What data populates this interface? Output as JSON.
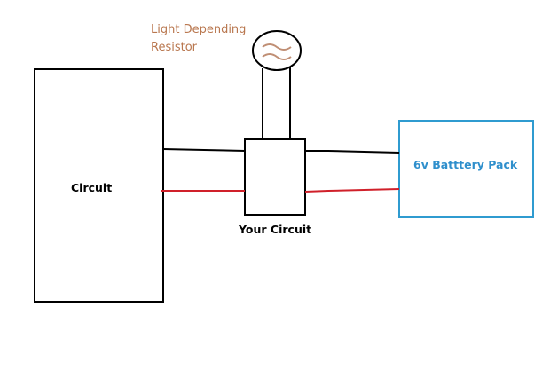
{
  "diagram": {
    "ldr": {
      "label_line1": "Light Depending",
      "label_line2": "Resistor",
      "label_color": "#b9774f",
      "squiggle_color": "#c08f75"
    },
    "circuit": {
      "label": "Circuit"
    },
    "your_circuit": {
      "label": "Your Circuit"
    },
    "battery": {
      "label": "6v Batttery Pack",
      "color": "#2f9bd0"
    },
    "wires": {
      "negative_color": "#000000",
      "positive_color": "#d0202a"
    }
  }
}
